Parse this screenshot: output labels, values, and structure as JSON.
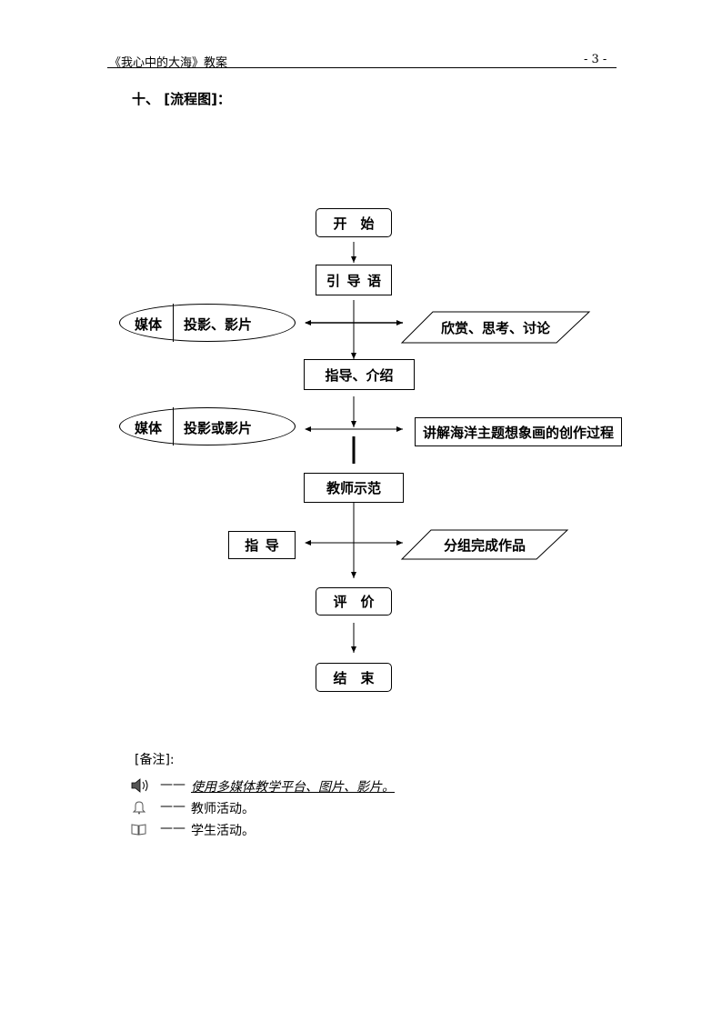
{
  "header": {
    "title": "《我心中的大海》教案",
    "page_number": "- 3 -"
  },
  "section": {
    "title": "十、 [流程图]："
  },
  "flow": {
    "start": "开　始",
    "intro": "引导语",
    "media1_label": "媒体",
    "media1_text": "投影、影片",
    "appreciate": "欣赏、思考、讨论",
    "guide_intro": "指导、介绍",
    "media2_label": "媒体",
    "media2_text": "投影或影片",
    "explain": "讲解海洋主题想象画的创作过程",
    "demo": "教师示范",
    "guide": "指导",
    "group_work": "分组完成作品",
    "evaluate": "评　价",
    "end": "结　束"
  },
  "notes": {
    "heading": "[备注]:",
    "items": [
      {
        "icon": "speaker-icon",
        "dash": "——",
        "text": "使用多媒体教学平台、图片、影片。"
      },
      {
        "icon": "bell-icon",
        "dash": "——",
        "text": "教师活动。"
      },
      {
        "icon": "book-icon",
        "dash": "——",
        "text": "学生活动。"
      }
    ]
  }
}
